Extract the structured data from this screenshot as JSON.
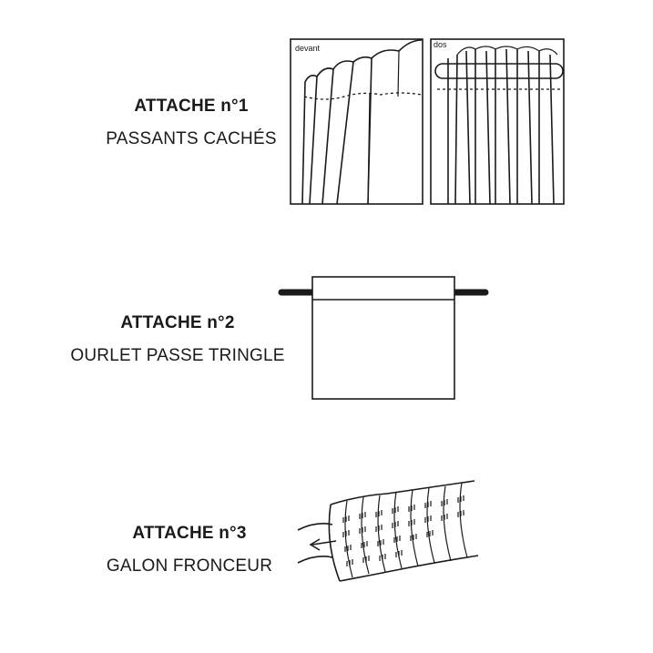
{
  "attaches": [
    {
      "title": "ATTACHE n°1",
      "subtitle": "PASSANTS CACHÉS"
    },
    {
      "title": "ATTACHE n°2",
      "subtitle": "OURLET PASSE TRINGLE"
    },
    {
      "title": "ATTACHE n°3",
      "subtitle": "GALON FRONCEUR"
    }
  ],
  "panels": {
    "front_label": "devant",
    "back_label": "dos"
  }
}
